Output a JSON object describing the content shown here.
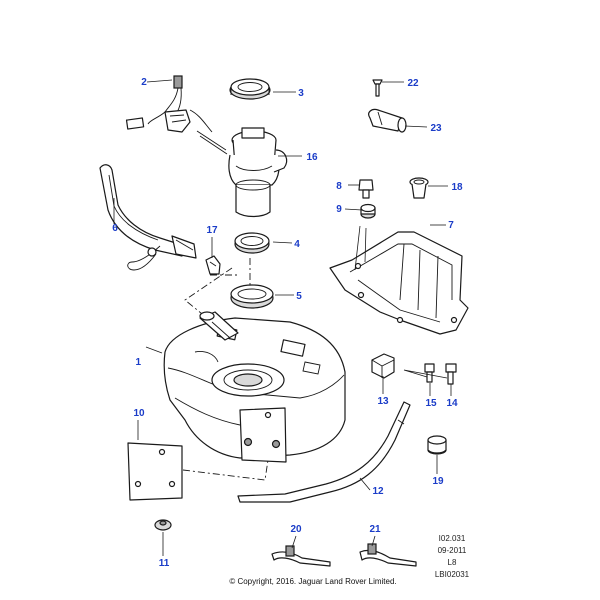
{
  "callouts": [
    "1",
    "2",
    "3",
    "4",
    "5",
    "6",
    "7",
    "8",
    "9",
    "10",
    "11",
    "12",
    "13",
    "14",
    "15",
    "16",
    "17",
    "18",
    "19",
    "20",
    "21",
    "22",
    "23"
  ],
  "reference": {
    "code": "I02.031",
    "date": "09-2011",
    "model": "L8",
    "image_id": "LBI02031"
  },
  "copyright": "© Copyright, 2016. Jaguar Land Rover Limited.",
  "colors": {
    "callout": "#1a3cc8",
    "line": "#1a1a1a"
  }
}
